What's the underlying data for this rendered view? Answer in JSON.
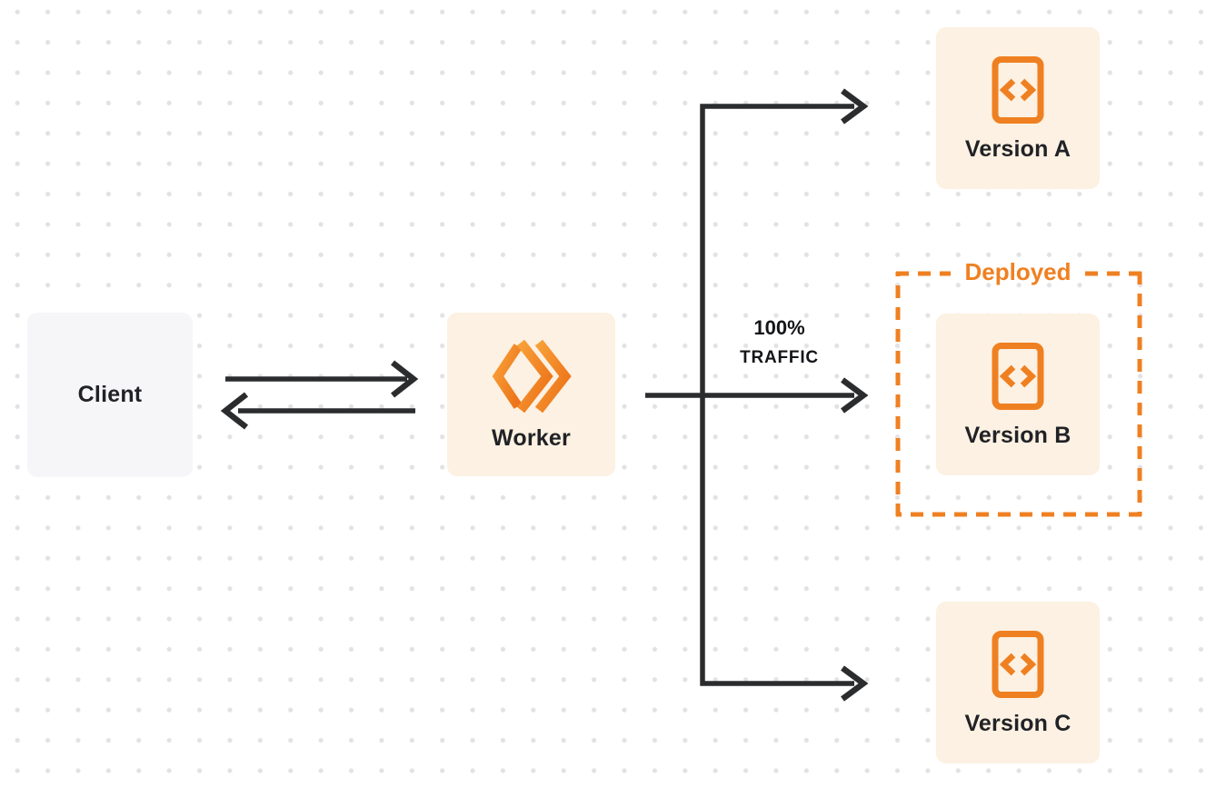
{
  "diagram": {
    "nodes": {
      "client": {
        "label": "Client"
      },
      "worker": {
        "label": "Worker",
        "icon": "cloudflare-workers-icon"
      },
      "version_a": {
        "label": "Version A",
        "icon": "code-document-icon"
      },
      "version_b": {
        "label": "Version B",
        "icon": "code-document-icon"
      },
      "version_c": {
        "label": "Version C",
        "icon": "code-document-icon"
      }
    },
    "edge_labels": {
      "traffic_percent": "100%",
      "traffic_word": "TRAFFIC"
    },
    "deployed_group": {
      "label": "Deployed"
    },
    "colors": {
      "accent_orange": "#EF8021",
      "node_cream": "#FCF1E2",
      "node_gray": "#F6F6F8",
      "arrow_dark": "#2B2C2E",
      "text_dark": "#212226",
      "dot_grid": "#E2E2E4"
    }
  }
}
